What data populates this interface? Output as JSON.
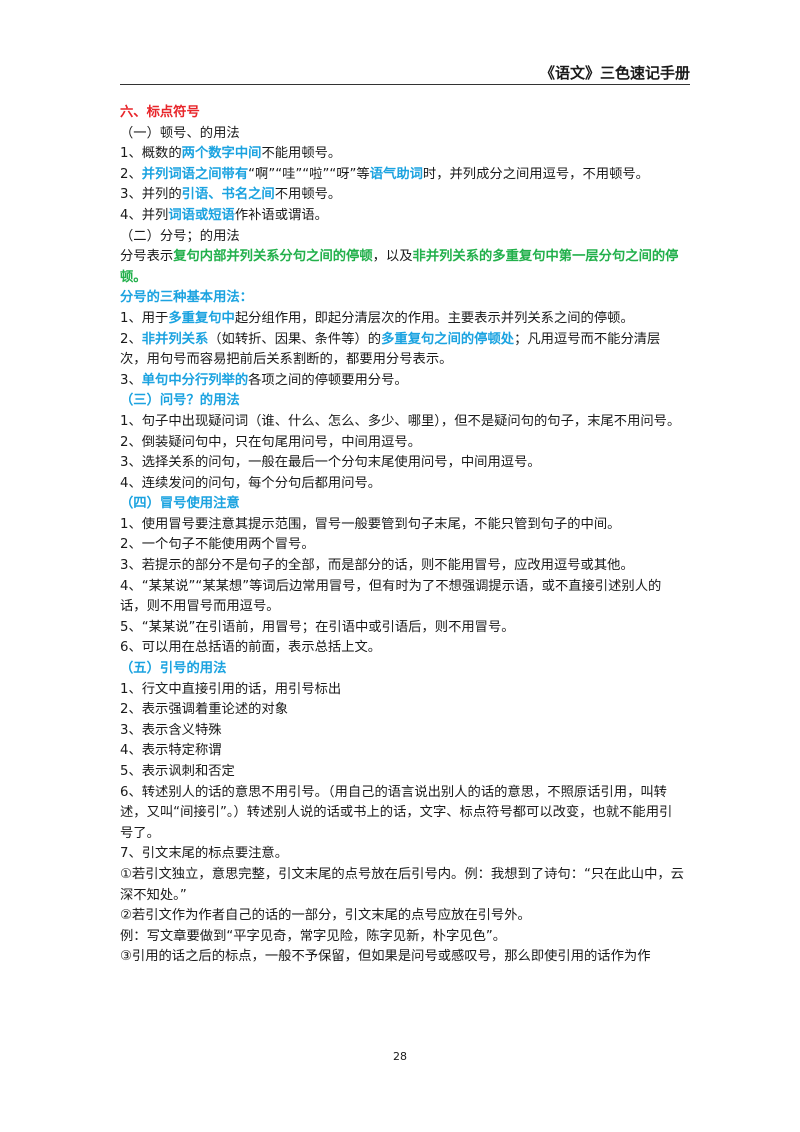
{
  "header": {
    "title": "《语文》三色速记手册"
  },
  "page_number": "28",
  "lines": [
    [
      {
        "t": "六、标点符号",
        "c": "red"
      }
    ],
    [
      {
        "t": "（一）顿号、的用法"
      }
    ],
    [
      {
        "t": "1、概数的"
      },
      {
        "t": "两个数字中间",
        "c": "blue"
      },
      {
        "t": "不能用顿号。"
      }
    ],
    [
      {
        "t": "2、"
      },
      {
        "t": "并列词语之间带有",
        "c": "blue"
      },
      {
        "t": "“啊”“哇”“啦”“呀”等"
      },
      {
        "t": "语气助词",
        "c": "blue"
      },
      {
        "t": "时，并列成分之间用逗号，不用顿号。"
      }
    ],
    [
      {
        "t": "3、并列的"
      },
      {
        "t": "引语、书名之间",
        "c": "blue"
      },
      {
        "t": "不用顿号。"
      }
    ],
    [
      {
        "t": "4、并列"
      },
      {
        "t": "词语或短语",
        "c": "blue"
      },
      {
        "t": "作补语或谓语。"
      }
    ],
    [
      {
        "t": "（二）分号；的用法"
      }
    ],
    [
      {
        "t": "分号表示"
      },
      {
        "t": "复句内部并列关系分句之间的停顿",
        "c": "green"
      },
      {
        "t": "，以及"
      },
      {
        "t": "非并列关系的多重复句中第一层分句之间的停顿。",
        "c": "green"
      }
    ],
    [
      {
        "t": "分号的三种基本用法：",
        "c": "blue"
      }
    ],
    [
      {
        "t": "1、用于"
      },
      {
        "t": "多重复句中",
        "c": "blue"
      },
      {
        "t": "起分组作用，即起分清层次的作用。主要表示并列关系之间的停顿。"
      }
    ],
    [
      {
        "t": "2、"
      },
      {
        "t": "非并列关系",
        "c": "blue"
      },
      {
        "t": "（如转折、因果、条件等）的"
      },
      {
        "t": "多重复句之间的停顿处",
        "c": "blue"
      },
      {
        "t": "；凡用逗号而不能分清层次，用句号而容易把前后关系割断的，都要用分号表示。"
      }
    ],
    [
      {
        "t": "3、"
      },
      {
        "t": "单句中分行列举的",
        "c": "blue"
      },
      {
        "t": "各项之间的停顿要用分号。"
      }
    ],
    [
      {
        "t": "（三）问号？的用法",
        "c": "blue"
      }
    ],
    [
      {
        "t": "1、句子中出现疑问词（谁、什么、怎么、多少、哪里），但不是疑问句的句子，末尾不用问号。"
      }
    ],
    [
      {
        "t": "2、倒装疑问句中，只在句尾用问号，中间用逗号。"
      }
    ],
    [
      {
        "t": "3、选择关系的问句，一般在最后一个分句末尾使用问号，中间用逗号。"
      }
    ],
    [
      {
        "t": "4、连续发问的问句，每个分句后都用问号。"
      }
    ],
    [
      {
        "t": "（四）冒号使用注意",
        "c": "blue"
      }
    ],
    [
      {
        "t": "1、使用冒号要注意其提示范围，冒号一般要管到句子末尾，不能只管到句子的中间。"
      }
    ],
    [
      {
        "t": "2、一个句子不能使用两个冒号。"
      }
    ],
    [
      {
        "t": "3、若提示的部分不是句子的全部，而是部分的话，则不能用冒号，应改用逗号或其他。"
      }
    ],
    [
      {
        "t": "4、“某某说”“某某想”等词后边常用冒号，但有时为了不想强调提示语，或不直接引述别人的话，则不用冒号而用逗号。"
      }
    ],
    [
      {
        "t": "5、“某某说”在引语前，用冒号；在引语中或引语后，则不用冒号。"
      }
    ],
    [
      {
        "t": "6、可以用在总括语的前面，表示总括上文。"
      }
    ],
    [
      {
        "t": "（五）引号的用法",
        "c": "blue"
      }
    ],
    [
      {
        "t": "1、行文中直接引用的话，用引号标出"
      }
    ],
    [
      {
        "t": "2、表示强调着重论述的对象"
      }
    ],
    [
      {
        "t": "3、表示含义特殊"
      }
    ],
    [
      {
        "t": "4、表示特定称谓"
      }
    ],
    [
      {
        "t": "5、表示讽刺和否定"
      }
    ],
    [
      {
        "t": "6、转述别人的话的意思不用引号。（用自己的语言说出别人的话的意思，不照原话引用，叫转述，又叫“间接引”。）转述别人说的话或书上的话，文字、标点符号都可以改变，也就不能用引号了。"
      }
    ],
    [
      {
        "t": "7、引文末尾的标点要注意。"
      }
    ],
    [
      {
        "t": "①若引文独立，意思完整，引文末尾的点号放在后引号内。例：我想到了诗句：“只在此山中，云深不知处。”"
      }
    ],
    [
      {
        "t": "②若引文作为作者自己的话的一部分，引文末尾的点号应放在引号外。"
      }
    ],
    [
      {
        "t": "例：写文章要做到“平字见奇，常字见险，陈字见新，朴字见色”。"
      }
    ],
    [
      {
        "t": "③引用的话之后的标点，一般不予保留，但如果是问号或感叹号，那么即使引用的话作为作"
      }
    ]
  ],
  "colors": {
    "red": "#e8262b",
    "blue": "#1ba3e0",
    "green": "#22b04b"
  }
}
